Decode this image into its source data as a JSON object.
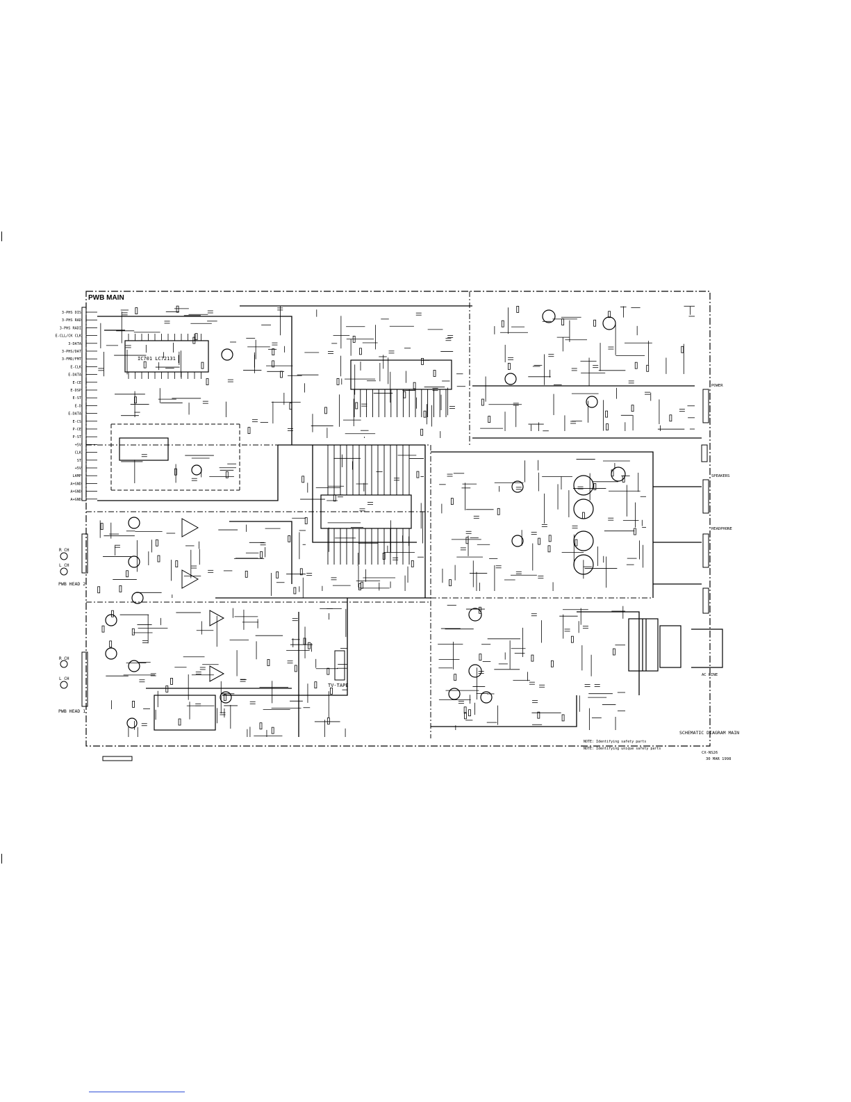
{
  "board": {
    "title": "PWB MAIN"
  },
  "ic": {
    "ic701": "IC701 LC72131"
  },
  "left_connector": {
    "labels": [
      "3-PHS DIS",
      "3-PHS RAD",
      "3-PHS RADI",
      "E-CLL/CK CLK",
      "3-DATA",
      "3-PHS/DAT",
      "3-FMD/FMT",
      "E-CLK",
      "E-DATA",
      "E-CE",
      "E-DSP",
      "E-ST",
      "E-D",
      "E-DATA",
      "E-CS",
      "P-CE",
      "P-ST",
      "+5V",
      "CLK",
      "ST",
      "+5V",
      "LAMP",
      "A+GND",
      "A+GND",
      "A+GND"
    ]
  },
  "heads": {
    "head2": "PWB HEAD 2",
    "head1": "PWB HEAD 1",
    "r_ch": "R CH",
    "l_ch": "L CH"
  },
  "switch": {
    "tv_tape": "TV-TAPE"
  },
  "right_connectors": {
    "power": "POWER",
    "speakers": "SPEAKERS",
    "headphone": "HEADPHONE",
    "ac_line": "AC LINE"
  },
  "title_block": {
    "title": "SCHEMATIC DIAGRAM MAIN",
    "note1": "NOTE: Identifying safety parts",
    "note2": "NOTE: Identifying unique safety parts",
    "date": "30 MAR 1998",
    "code": "CX-NS26"
  },
  "style": {
    "ink": "#000000",
    "link": "#2f4fd6"
  }
}
